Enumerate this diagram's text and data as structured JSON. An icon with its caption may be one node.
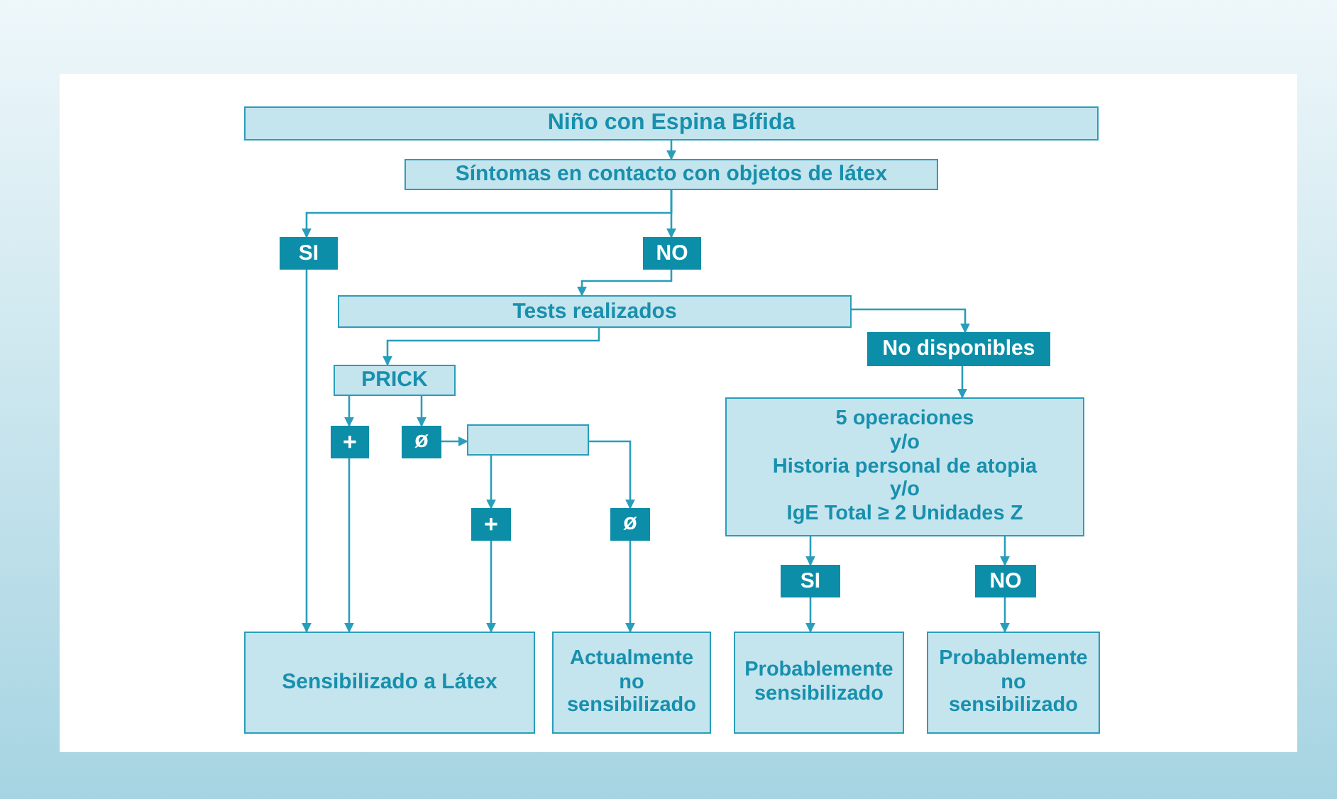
{
  "diagram": {
    "nodes": [
      {
        "text": [
          "Niño con Espina Bífida"
        ]
      },
      {
        "text": [
          "Síntomas en contacto con objetos de látex"
        ]
      },
      {
        "text": [
          "SI"
        ]
      },
      {
        "text": [
          "NO"
        ]
      },
      {
        "text": [
          "Tests realizados"
        ]
      },
      {
        "text": [
          "No disponibles"
        ]
      },
      {
        "text": [
          "PRICK"
        ]
      },
      {
        "text": [
          "+"
        ]
      },
      {
        "text": [
          "ø"
        ]
      },
      {
        "text": [],
        "shape": "box"
      },
      {
        "text": [
          "5 operaciones",
          "y/o",
          "Historia personal de atopia",
          "y/o",
          "IgE Total ≥ 2 Unidades Z"
        ]
      },
      {
        "text": [
          "+"
        ]
      },
      {
        "text": [
          "ø"
        ]
      },
      {
        "text": [
          "SI"
        ]
      },
      {
        "text": [
          "NO"
        ]
      },
      {
        "text": [
          "Sensibilizado a Látex"
        ]
      },
      {
        "text": [
          "Actualmente no sensibilizado"
        ]
      },
      {
        "text": [
          "Probablemente sensibilizado"
        ]
      },
      {
        "text": [
          "Probablemente no sensibilizado"
        ]
      }
    ],
    "edges": [
      {
        "from": 0,
        "to": 1,
        "arrow": "to"
      },
      {
        "from": 1,
        "to": 2,
        "arrow": "to"
      },
      {
        "from": 1,
        "to": 3,
        "arrow": "to"
      },
      {
        "from": 3,
        "to": 4,
        "arrow": "to"
      },
      {
        "from": 4,
        "to": 5,
        "arrow": "to"
      },
      {
        "from": 4,
        "to": 6,
        "arrow": "to"
      },
      {
        "from": 2,
        "to": 15,
        "arrow": "to"
      },
      {
        "from": 6,
        "to": 7,
        "arrow": "to"
      },
      {
        "from": 6,
        "to": 8,
        "arrow": "to"
      },
      {
        "from": 8,
        "to": 9,
        "arrow": "to"
      },
      {
        "from": 9,
        "to": 11,
        "arrow": "to"
      },
      {
        "from": 9,
        "to": 12,
        "arrow": "to"
      },
      {
        "from": 7,
        "to": 15,
        "arrow": "to"
      },
      {
        "from": 11,
        "to": 15,
        "arrow": "to"
      },
      {
        "from": 12,
        "to": 16,
        "arrow": "to"
      },
      {
        "from": 5,
        "to": 10,
        "arrow": "to"
      },
      {
        "from": 10,
        "to": 13,
        "arrow": "to"
      },
      {
        "from": 10,
        "to": 14,
        "arrow": "to"
      },
      {
        "from": 13,
        "to": 17,
        "arrow": "to"
      },
      {
        "from": 14,
        "to": 18,
        "arrow": "to"
      }
    ]
  }
}
